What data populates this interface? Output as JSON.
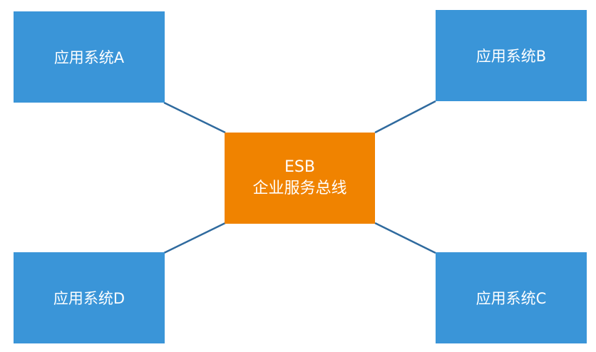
{
  "colors": {
    "system_fill": "#3a95d8",
    "esb_fill": "#f08300",
    "connector": "#2f6a9e",
    "text": "#ffffff"
  },
  "esb": {
    "title": "ESB",
    "subtitle": "企业服务总线"
  },
  "systems": {
    "a": "应用系统A",
    "b": "应用系统B",
    "c": "应用系统C",
    "d": "应用系统D"
  }
}
